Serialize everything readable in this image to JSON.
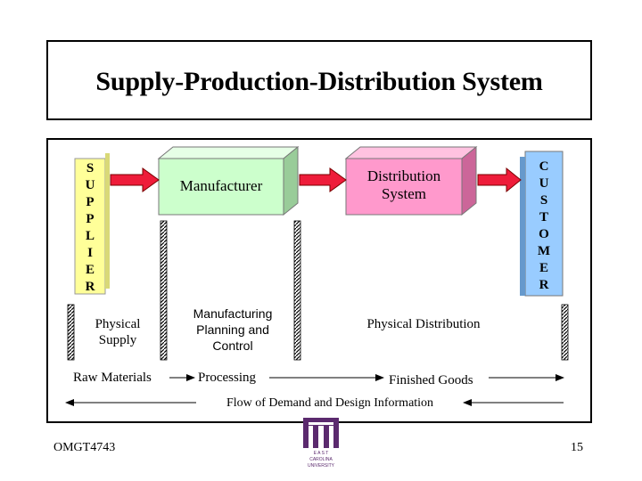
{
  "title": "Supply-Production-Distribution System",
  "supplier_label": [
    "S",
    "U",
    "P",
    "P",
    "L",
    "I",
    "E",
    "R"
  ],
  "manufacturer_label": "Manufacturer",
  "distribution_label": [
    "Distribution",
    "System"
  ],
  "customer_label": [
    "C",
    "U",
    "S",
    "T",
    "O",
    "M",
    "E",
    "R"
  ],
  "physical_supply": [
    "Physical",
    "Supply"
  ],
  "mpc": [
    "Manufacturing",
    "Planning and",
    "Control"
  ],
  "physical_distribution": "Physical Distribution",
  "raw_materials": "Raw Materials",
  "processing": "Processing",
  "finished_goods": "Finished Goods",
  "flow_info": "Flow of Demand and Design Information",
  "footer_left": "OMGT4743",
  "footer_right": "15",
  "logo_text": [
    "E A S T",
    "CAROLINA",
    "UNIVERSITY"
  ],
  "colors": {
    "supplier": "#ffff99",
    "manufacturer": "#ccffcc",
    "distribution": "#ff99cc",
    "customer": "#99ccff",
    "arrow": "#ee1c3a",
    "logo": "#5b2a6e"
  }
}
